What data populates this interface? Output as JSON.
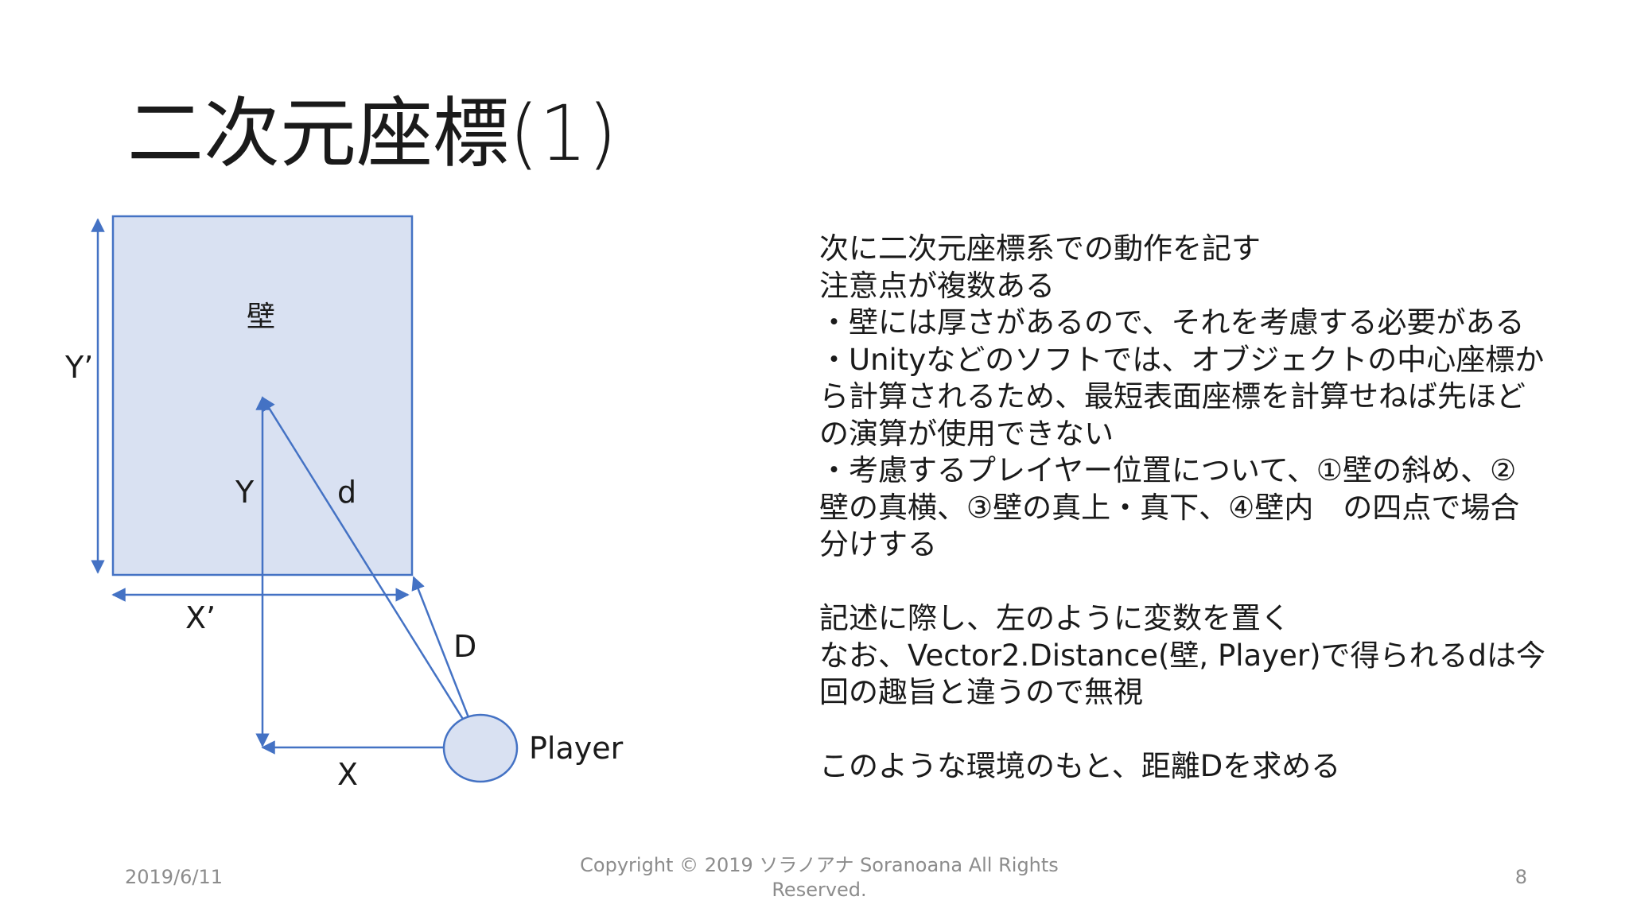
{
  "slide": {
    "title": "二次元座標(1)",
    "diagram": {
      "wall_label": "壁",
      "y_prime_label": "Y’",
      "x_prime_label": "X’",
      "y_label": "Y",
      "d_label": "d",
      "big_d_label": "D",
      "x_label": "X",
      "player_label": "Player",
      "colors": {
        "wall_fill": "#d9e1f2",
        "stroke": "#4472c4",
        "player_fill": "#d9e1f2"
      }
    },
    "body_lines": [
      "次に二次元座標系での動作を記す",
      "注意点が複数ある",
      "・壁には厚さがあるので、それを考慮する必要がある",
      "・Unityなどのソフトでは、オブジェクトの中心座標か",
      "ら計算されるため、最短表面座標を計算せねば先ほど",
      "の演算が使用できない",
      "・考慮するプレイヤー位置について、①壁の斜め、②",
      "壁の真横、③壁の真上・真下、④壁内　の四点で場合",
      "分けする",
      "",
      "記述に際し、左のように変数を置く",
      "なお、Vector2.Distance(壁, Player)で得られるdは今",
      "回の趣旨と違うので無視",
      "",
      "このような環境のもと、距離Dを求める"
    ],
    "footer": {
      "date": "2019/6/11",
      "copyright": "Copyright © 2019 ソラノアナ Soranoana All Rights Reserved.",
      "page_number": "8"
    }
  }
}
